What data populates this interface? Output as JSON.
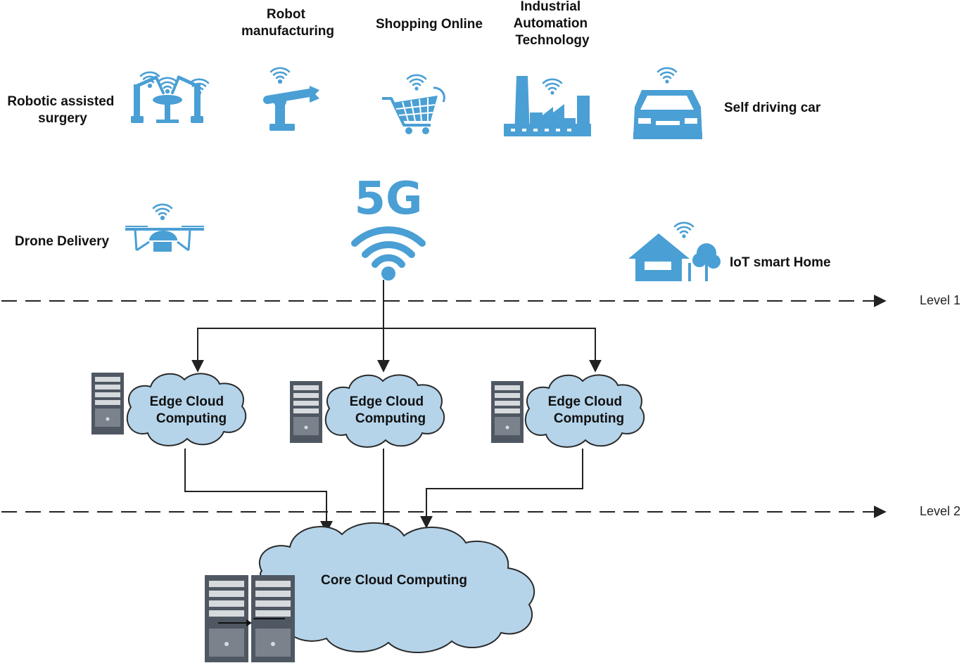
{
  "colors": {
    "icon": "#4a9fd4",
    "cloud_fill": "#b5d4ea",
    "cloud_stroke": "#2b2b2b",
    "line": "#222222",
    "server_dark": "#4f5862",
    "server_light": "#d6dadd"
  },
  "applications": {
    "surgery": [
      "Robotic assisted",
      "surgery"
    ],
    "robot": [
      "Robot",
      "manufacturing"
    ],
    "shopping": [
      "Shopping Online"
    ],
    "industrial": [
      "Industrial",
      "Automation",
      "Technology"
    ],
    "car": [
      "Self driving car"
    ],
    "drone": [
      "Drone Delivery"
    ],
    "home": [
      "IoT smart Home"
    ]
  },
  "network": {
    "label": "5G"
  },
  "levels": {
    "level1": "Level 1",
    "level2": "Level 2"
  },
  "edge_nodes": [
    {
      "lines": [
        "Edge Cloud",
        "Computing"
      ]
    },
    {
      "lines": [
        "Edge Cloud",
        "Computing"
      ]
    },
    {
      "lines": [
        "Edge Cloud",
        "Computing"
      ]
    }
  ],
  "core": {
    "label": "Core Cloud Computing"
  },
  "icons": [
    "surgery-robot-icon",
    "robot-arm-icon",
    "shopping-cart-icon",
    "factory-icon",
    "car-icon",
    "drone-icon",
    "smart-home-icon",
    "wifi-signal-icon",
    "server-icon",
    "cloud-icon"
  ]
}
